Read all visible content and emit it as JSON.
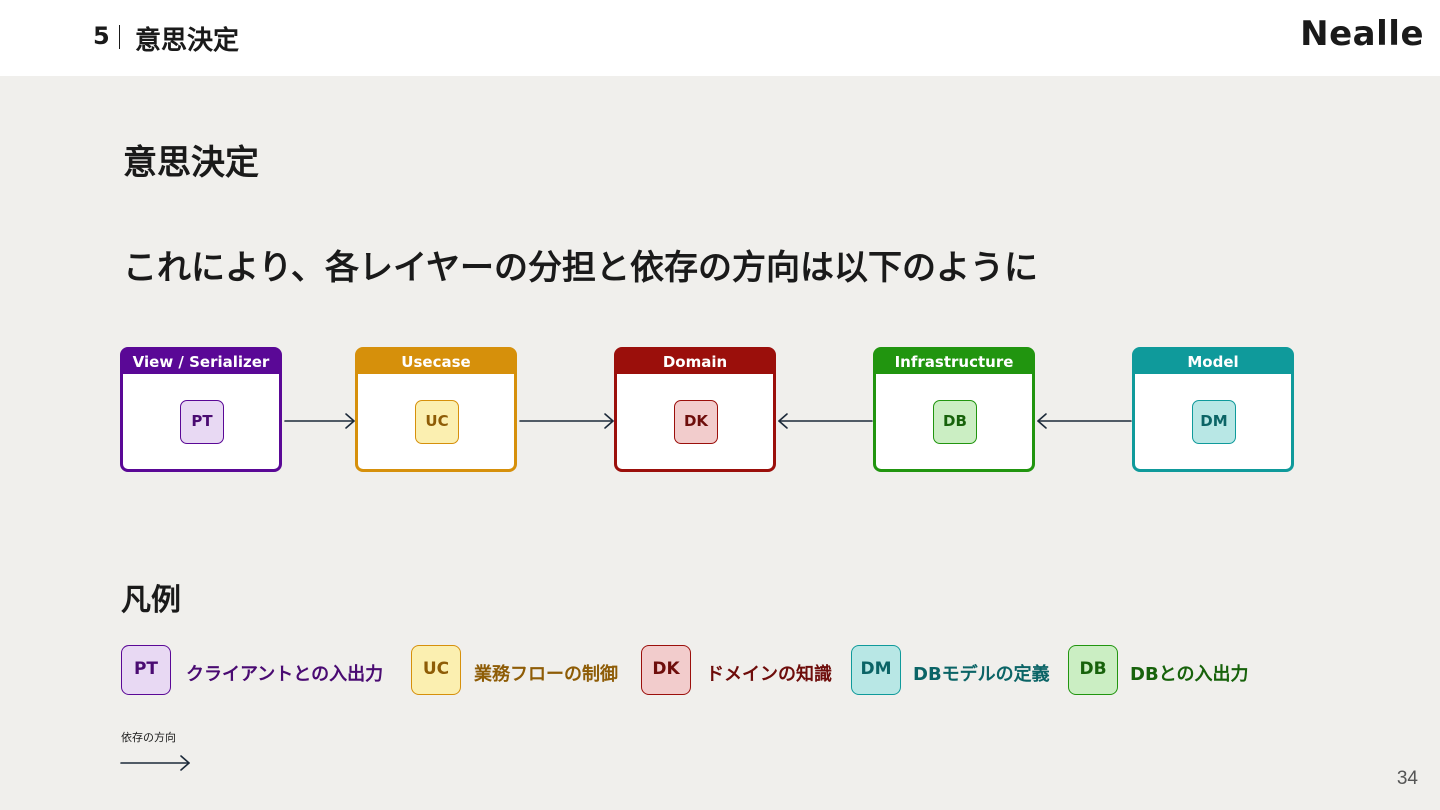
{
  "header": {
    "section_number": "5",
    "section_title": "意思決定",
    "logo": "Nealle"
  },
  "page_title": "意思決定",
  "lead": "これにより、各レイヤーの分担と依存の方向は以下のように",
  "layers": [
    {
      "name": "View / Serializer",
      "abbr": "PT",
      "color": "#5a0896",
      "chip_bg": "#e8d9f3"
    },
    {
      "name": "Usecase",
      "abbr": "UC",
      "color": "#d6900b",
      "chip_bg": "#fbefb0"
    },
    {
      "name": "Domain",
      "abbr": "DK",
      "color": "#9b0f0b",
      "chip_bg": "#f2cccc"
    },
    {
      "name": "Infrastructure",
      "abbr": "DB",
      "color": "#21950f",
      "chip_bg": "#cbeec3"
    },
    {
      "name": "Model",
      "abbr": "DM",
      "color": "#0f9a9b",
      "chip_bg": "#b8e7e5"
    }
  ],
  "legend": {
    "title": "凡例",
    "items": [
      {
        "abbr": "PT",
        "text": "クライアントとの入出力",
        "color": "#4a0b72"
      },
      {
        "abbr": "UC",
        "text": "業務フローの制御",
        "color": "#8e5c06"
      },
      {
        "abbr": "DK",
        "text": "ドメインの知識",
        "color": "#6e0d0b"
      },
      {
        "abbr": "DM",
        "text": "DBモデルの定義",
        "color": "#0b6466"
      },
      {
        "abbr": "DB",
        "text": "DBとの入出力",
        "color": "#17620b"
      }
    ],
    "dependency_label": "依存の方向"
  },
  "page_number": "34"
}
